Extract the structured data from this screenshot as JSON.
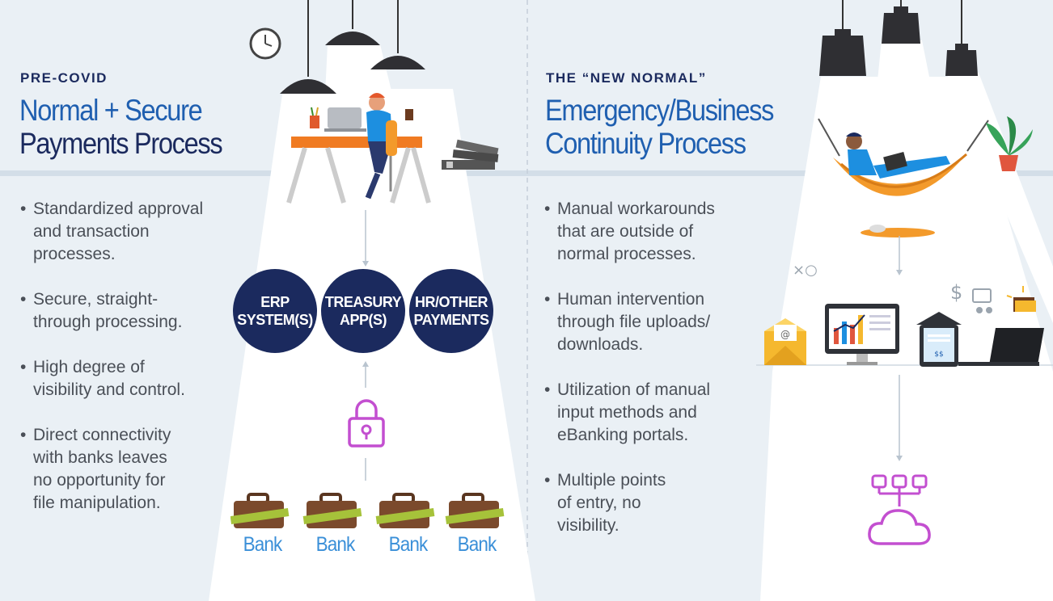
{
  "left": {
    "overline": "PRE-COVID",
    "title_line1": "Normal + Secure",
    "title_line2": "Payments Process",
    "bullets": [
      [
        "Standardized approval",
        "and transaction",
        "processes."
      ],
      [
        "Secure, straight-",
        "through processing."
      ],
      [
        "High degree of",
        "visibility and control."
      ],
      [
        "Direct connectivity",
        "with banks leaves",
        "no opportunity for",
        "file manipulation."
      ]
    ],
    "systems": [
      [
        "ERP",
        "SYSTEM(S)"
      ],
      [
        "TREASURY",
        "APP(S)"
      ],
      [
        "HR/OTHER",
        "PAYMENTS"
      ]
    ],
    "banks": [
      "Bank",
      "Bank",
      "Bank",
      "Bank"
    ]
  },
  "right": {
    "overline": "THE “NEW NORMAL”",
    "title_line1": "Emergency/Business",
    "title_line2": "Continuity Process",
    "bullets": [
      [
        "Manual workarounds",
        "that are outside of",
        "normal processes."
      ],
      [
        "Human intervention",
        "through file uploads/",
        "downloads."
      ],
      [
        "Utilization of manual",
        "input methods and",
        "eBanking portals."
      ],
      [
        "Multiple points",
        "of entry, no",
        "visibility."
      ]
    ],
    "device_text": {
      "email_at": "@",
      "dollar": "$",
      "tablet_amount": "$$"
    }
  },
  "colors": {
    "navy": "#1b2a5e",
    "blue": "#1f5fb0",
    "bank_blue": "#3a8fd8",
    "background": "#eaf0f5",
    "spotlight": "#ffffff",
    "desk_orange": "#f07b22",
    "hammock_orange": "#f39a2b",
    "purple_icon": "#c34fd0"
  }
}
